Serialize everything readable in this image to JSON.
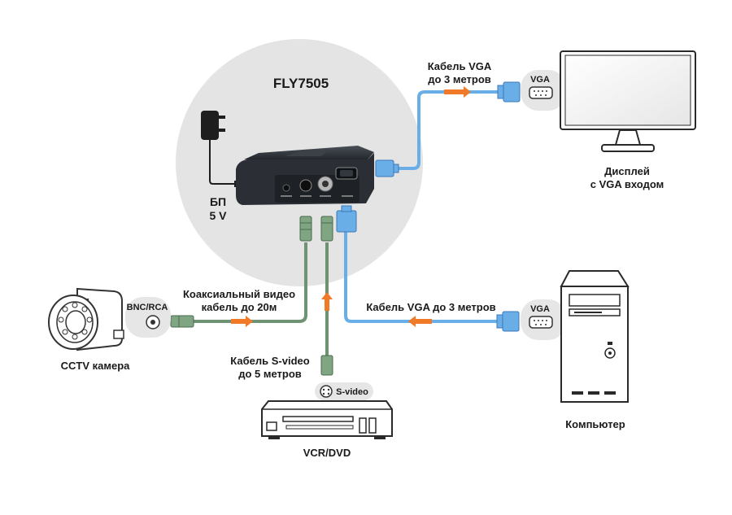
{
  "title": "FLY7505",
  "power": {
    "line1": "БП",
    "line2": "5 V"
  },
  "vga_out_cable": {
    "line1": "Кабель VGA",
    "line2": "до 3 метров"
  },
  "monitor": {
    "port_tag": "VGA",
    "line1": "Дисплей",
    "line2": "с VGA входом"
  },
  "camera": {
    "port_tag": "BNC/RCA",
    "label": "CCTV камера"
  },
  "coax_cable": {
    "line1": "Коаксиальный видео",
    "line2": "кабель до 20м"
  },
  "vga_in_cable": {
    "label": "Кабель VGA до 3 метров"
  },
  "svideo_cable": {
    "line1": "Кабель S-video",
    "line2": "до 5 метров"
  },
  "vcr": {
    "port_tag": "S-video",
    "label": "VCR/DVD"
  },
  "computer": {
    "port_tag": "VGA",
    "label": "Компьютер"
  },
  "colors": {
    "vga_cable": "#6aaee8",
    "svideo_cable": "#6f9272",
    "arrow": "#f07a28",
    "circle_bg": "#e4e4e4",
    "device_dark": "#2b2f35"
  }
}
